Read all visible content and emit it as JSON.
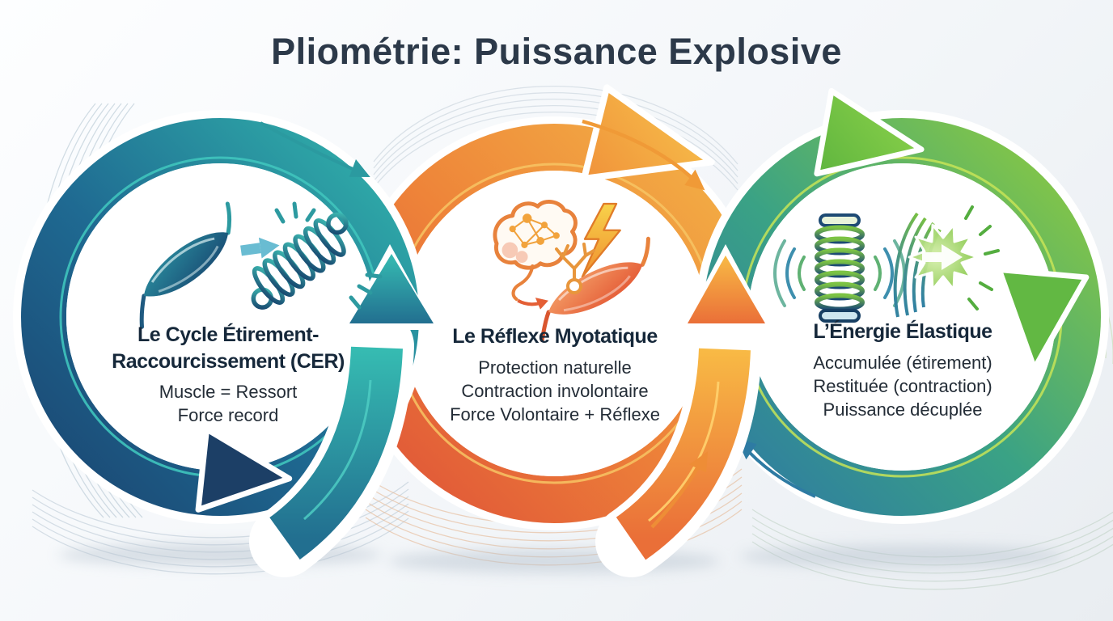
{
  "title": "Pliométrie: Puissance Explosive",
  "palette": {
    "background_top": "#fdfeff",
    "background_bottom": "#e9edf1",
    "title_color": "#2c3949",
    "cer_dark": "#1a4672",
    "cer_teal": "#31b3ab",
    "reflexe_dark": "#df5338",
    "reflexe_gold": "#f3b246",
    "energie_blue": "#2e7aa2",
    "energie_green": "#8ecb3e",
    "heading_color": "#16283a",
    "body_color": "#232c36"
  },
  "cycles": [
    {
      "name": "cycle-etirement-raccourcissement",
      "icon": "muscle-to-spring-icon",
      "heading_lines": [
        "Le Cycle Étirement-",
        "Raccourcissement (CER)"
      ],
      "points": [
        "Muscle = Ressort",
        "Force record"
      ]
    },
    {
      "name": "reflexe-myotatique",
      "icon": "brain-lightning-muscle-icon",
      "heading_lines": [
        "Le Réflexe Myotatique"
      ],
      "points": [
        "Protection naturelle",
        "Contraction involontaire",
        "Force Volontaire + Réflexe"
      ]
    },
    {
      "name": "energie-elastique",
      "icon": "spring-release-icon",
      "heading_lines": [
        "L’Énergie Élastique"
      ],
      "points": [
        "Accumulée (étirement)",
        "Restituée (contraction)",
        "Puissance décuplée"
      ]
    }
  ]
}
